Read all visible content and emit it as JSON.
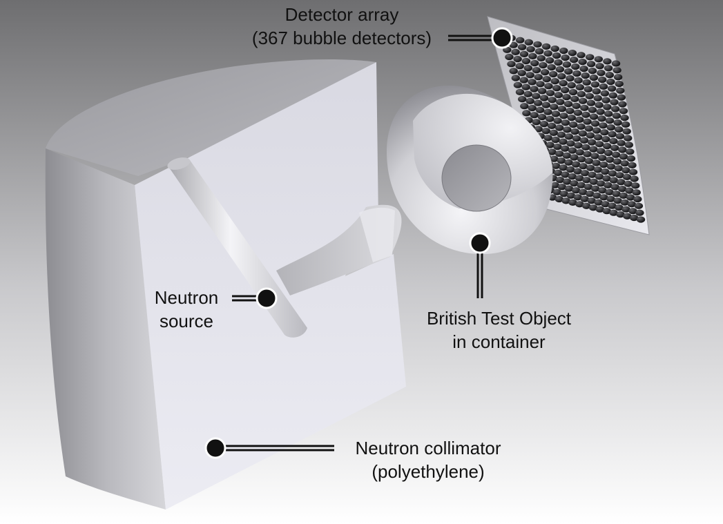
{
  "labels": {
    "detector": {
      "line1": "Detector array",
      "line2": "(367 bubble detectors)"
    },
    "bto": {
      "line1": "British Test Object",
      "line2": "in container"
    },
    "source": {
      "line1": "Neutron",
      "line2": "source"
    },
    "collimator": {
      "line1": "Neutron collimator",
      "line2": "(polyethylene)"
    }
  },
  "colors": {
    "background_top": "#6e6e70",
    "background_bottom": "#ffffff",
    "label_text": "#111111",
    "callout_dot": "#111111"
  }
}
